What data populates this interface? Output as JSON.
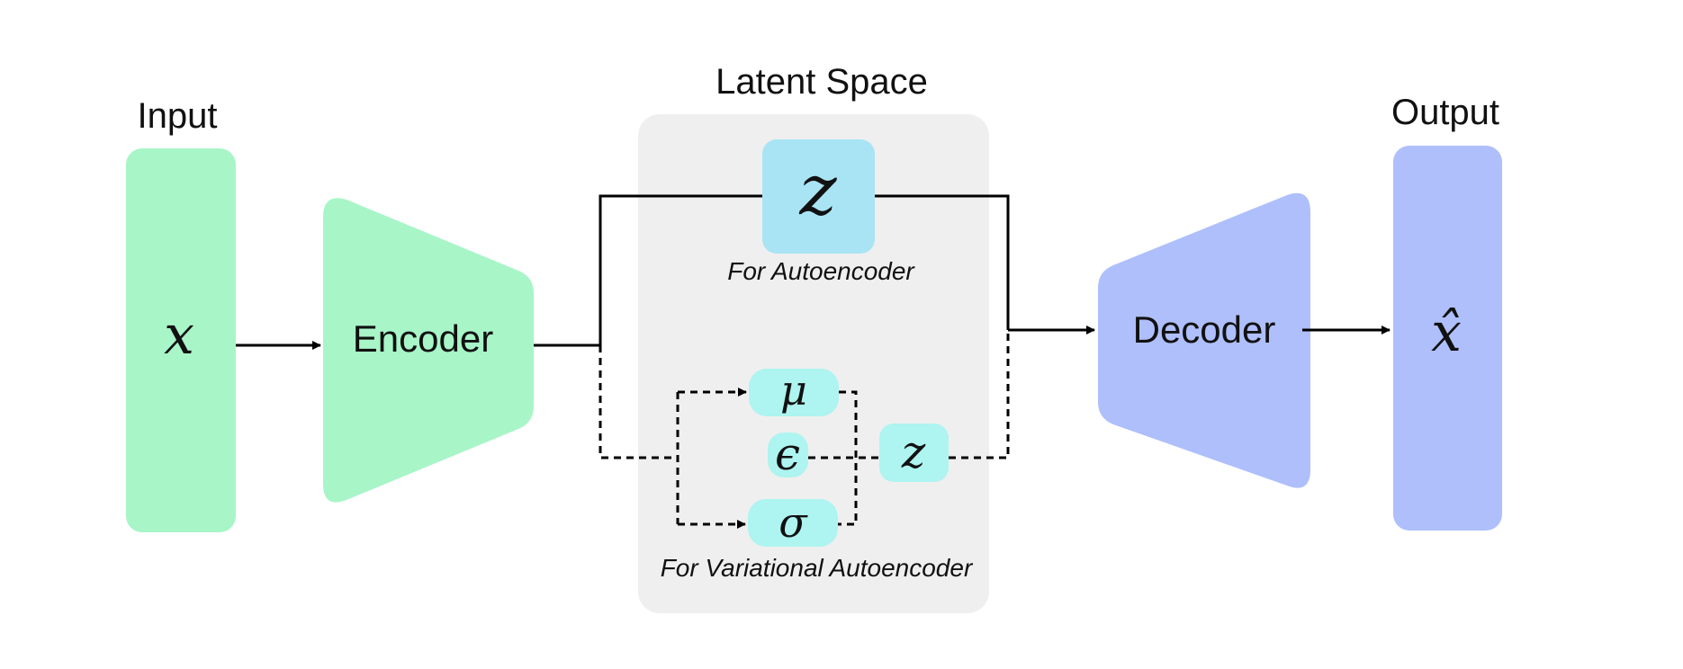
{
  "colors": {
    "encoder_green": "#a8f5c8",
    "decoder_blue": "#aebffb",
    "latent_panel_gray": "#efefef",
    "z_box_blue": "#a9e4f4",
    "vae_box_cyan": "#aef4f0",
    "line_black": "#000000"
  },
  "input": {
    "title": "Input",
    "symbol": "x"
  },
  "encoder": {
    "label": "Encoder"
  },
  "latent": {
    "title": "Latent Space",
    "ae_symbol": "z",
    "ae_caption": "For Autoencoder",
    "mu_symbol": "μ",
    "epsilon_symbol": "ϵ",
    "sigma_symbol": "σ",
    "vae_z_symbol": "z",
    "vae_caption": "For Variational Autoencoder"
  },
  "decoder": {
    "label": "Decoder"
  },
  "output": {
    "title": "Output",
    "symbol": "x̂"
  }
}
